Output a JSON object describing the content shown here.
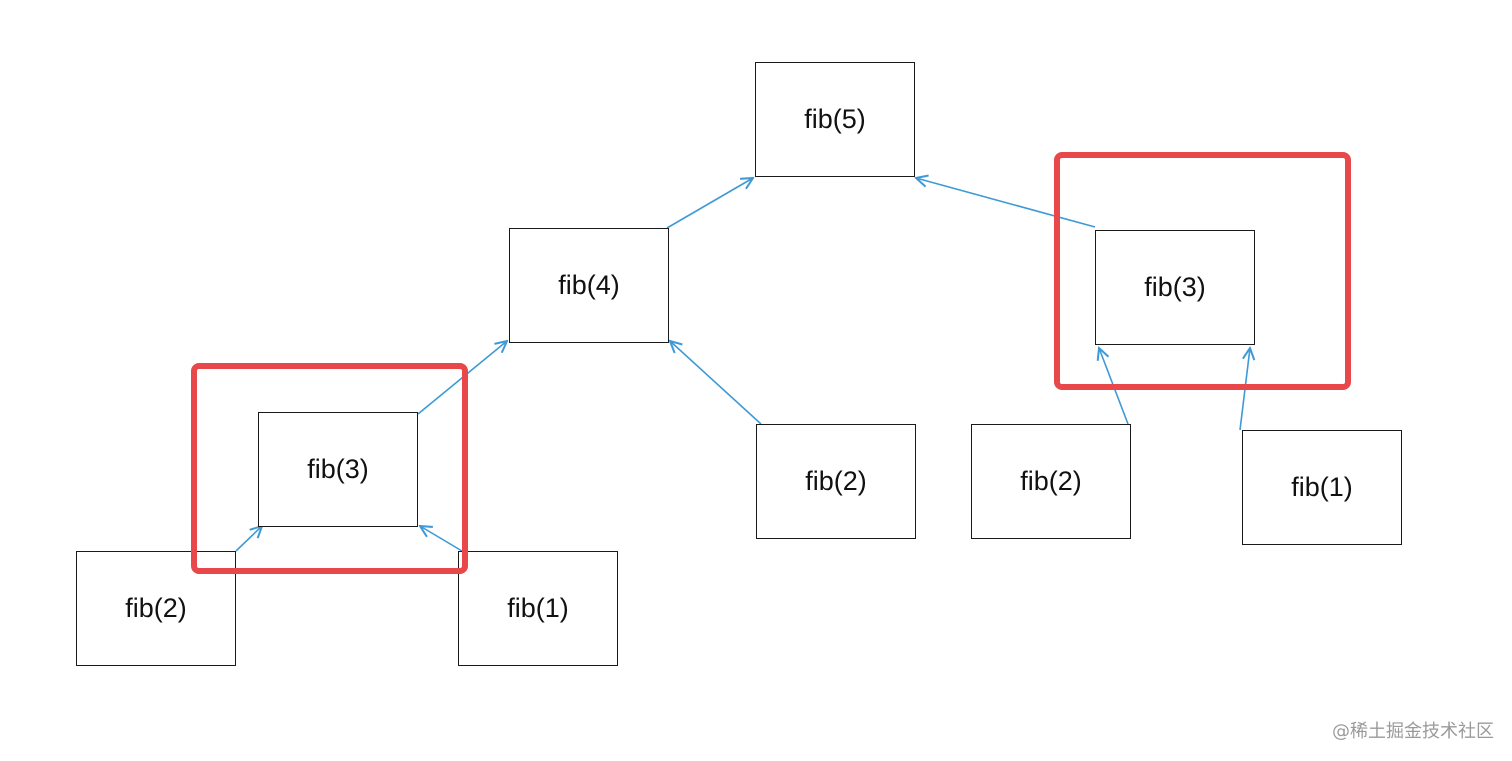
{
  "diagram": {
    "nodes": [
      {
        "id": "fib5",
        "label": "fib(5)"
      },
      {
        "id": "fib4",
        "label": "fib(4)"
      },
      {
        "id": "fib3a",
        "label": "fib(3)"
      },
      {
        "id": "fib3b",
        "label": "fib(3)"
      },
      {
        "id": "fib2a",
        "label": "fib(2)"
      },
      {
        "id": "fib2b",
        "label": "fib(2)"
      },
      {
        "id": "fib1a",
        "label": "fib(1)"
      },
      {
        "id": "fib2c",
        "label": "fib(2)"
      },
      {
        "id": "fib1b",
        "label": "fib(1)"
      }
    ],
    "edges": [
      {
        "from": "fib4",
        "to": "fib5"
      },
      {
        "from": "fib3a",
        "to": "fib5"
      },
      {
        "from": "fib3b",
        "to": "fib4"
      },
      {
        "from": "fib2a",
        "to": "fib4"
      },
      {
        "from": "fib2b",
        "to": "fib3a"
      },
      {
        "from": "fib1a",
        "to": "fib3a"
      },
      {
        "from": "fib2c",
        "to": "fib3b"
      },
      {
        "from": "fib1b",
        "to": "fib3b"
      }
    ],
    "highlighted_nodes": [
      "fib3b",
      "fib3a"
    ],
    "colors": {
      "edge": "#3e9ad6",
      "highlight": "#e8484a",
      "node_border": "#1a1a1a"
    }
  },
  "watermark": "@稀土掘金技术社区"
}
